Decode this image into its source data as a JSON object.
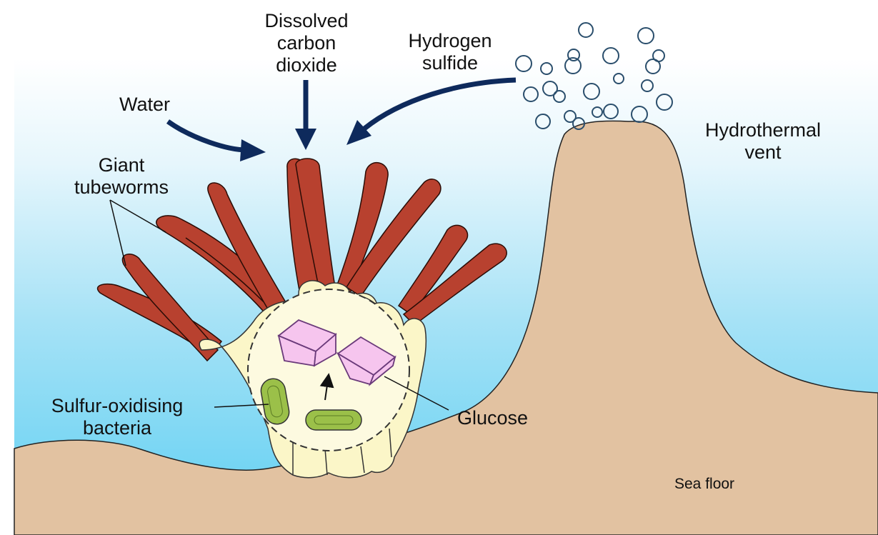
{
  "labels": {
    "water": "Water",
    "co2": "Dissolved\ncarbon\ndioxide",
    "h2s": "Hydrogen\nsulfide",
    "vent": "Hydrothermal\nvent",
    "tubeworms": "Giant\ntubeworms",
    "bacteria": "Sulfur-oxidising\nbacteria",
    "glucose": "Glucose",
    "seafloor": "Sea floor"
  },
  "colors": {
    "sea_top": "#ffffff",
    "sea_bottom": "#5ecff2",
    "seafloor": "#e2c2a1",
    "tubeworm": "#b8412f",
    "trophosome": "#fbf6c8",
    "glucose": "#f6c5ee",
    "bacteria": "#9bc049",
    "arrow": "#0e2a5c"
  }
}
